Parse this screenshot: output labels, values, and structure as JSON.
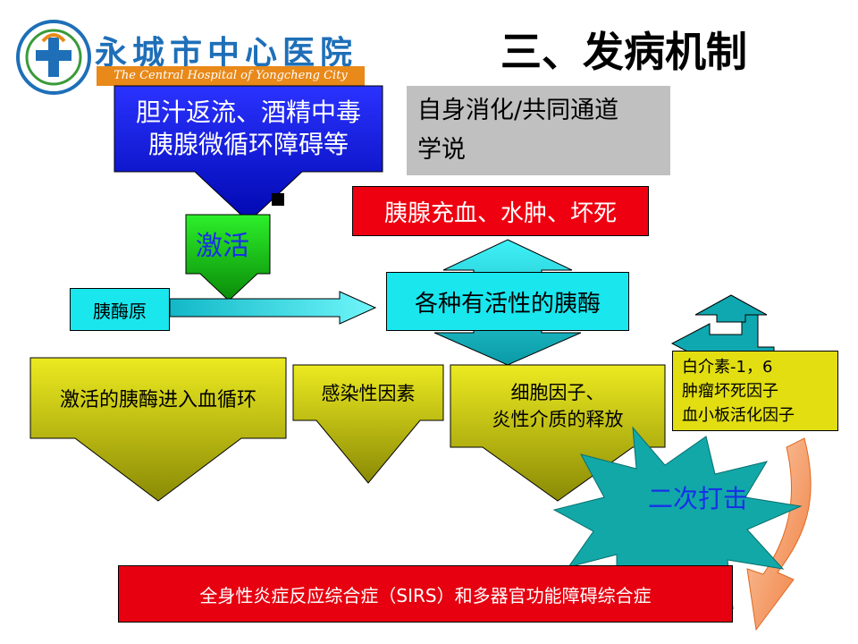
{
  "header": {
    "hospital_name_cn": "永城市中心医院",
    "hospital_name_en": "The Central Hospital of Yongcheng City",
    "slide_title": "三、发病机制"
  },
  "colors": {
    "blue_box": "#0a14f0",
    "green_box": "#22e020",
    "cyan_box": "#1ae6ee",
    "red_box": "#ee0010",
    "yellow_box": "#e2de12",
    "gray_box": "#c0c0c0",
    "teal_star": "#12a8a8",
    "orange_arrow": "#f08a4a"
  },
  "diagram": {
    "causes": "胆汁返流、酒精中毒\n胰腺微循环障碍等",
    "theory": "自身消化/共同通道\n学说",
    "activation": "激活",
    "pancreatic_damage": "胰腺充血、水肿、坏死",
    "zymogen": "胰酶原",
    "active_enzymes": "各种有活性的胰酶",
    "enzymes_into_blood": "激活的胰酶进入血循环",
    "infection": "感染性因素",
    "cytokines": "细胞因子、\n炎性介质的释放",
    "mediators": "白介素-1，6\n肿瘤坏死因子\n血小板活化因子",
    "second_hit": "二次打击",
    "outcome": "全身性炎症反应综合症（SIRS）和多器官功能障碍综合症"
  }
}
